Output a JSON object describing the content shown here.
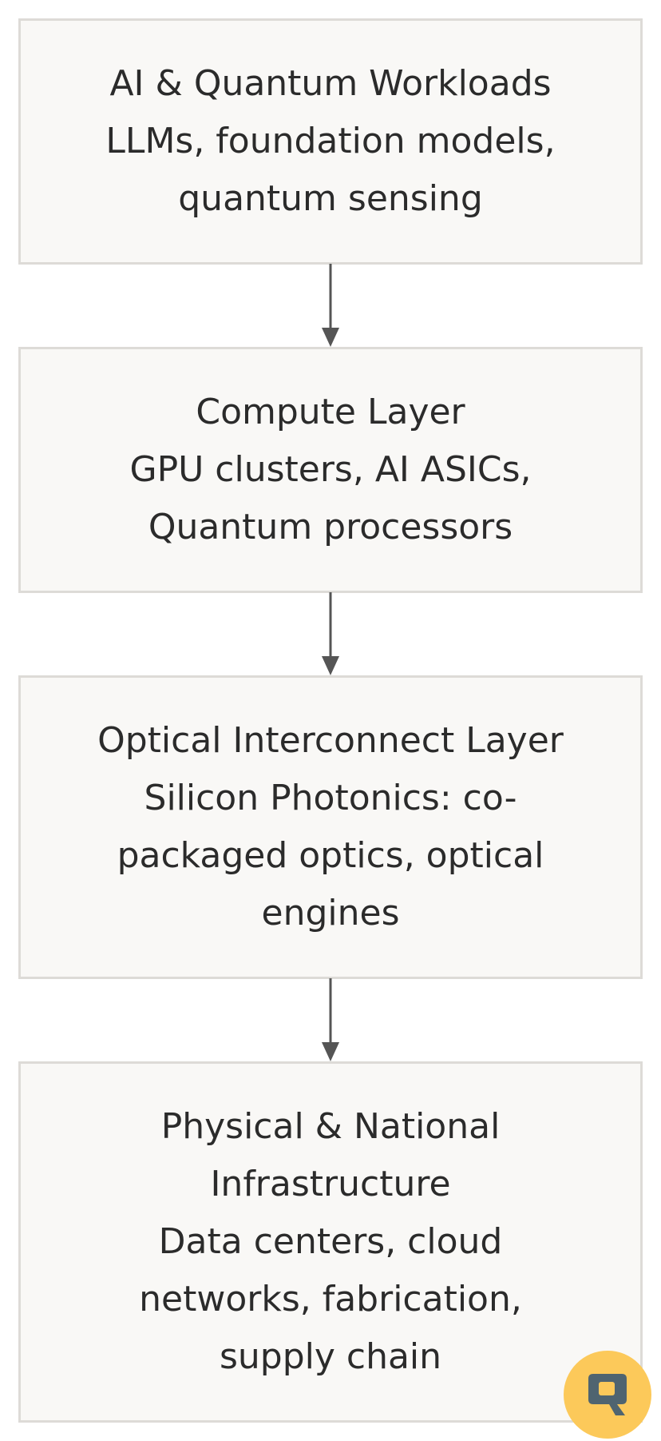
{
  "nodes": [
    {
      "lines": [
        "AI & Quantum Workloads",
        "LLMs, foundation models,",
        "quantum sensing"
      ]
    },
    {
      "lines": [
        "Compute Layer",
        "GPU clusters, AI ASICs,",
        "Quantum processors"
      ]
    },
    {
      "lines": [
        "Optical Interconnect Layer",
        "Silicon Photonics: co-",
        "packaged optics, optical",
        "engines"
      ]
    },
    {
      "lines": [
        "Physical & National",
        "Infrastructure",
        "Data centers, cloud",
        "networks, fabrication,",
        "supply chain"
      ]
    }
  ],
  "colors": {
    "node_fill": "#f9f8f6",
    "node_border": "#dddbd7",
    "text": "#2b2b2b",
    "arrow": "#555555",
    "fab_background": "#fcc95a",
    "fab_icon": "#4f6470"
  },
  "icons": {
    "fab": "q-logo-icon"
  }
}
